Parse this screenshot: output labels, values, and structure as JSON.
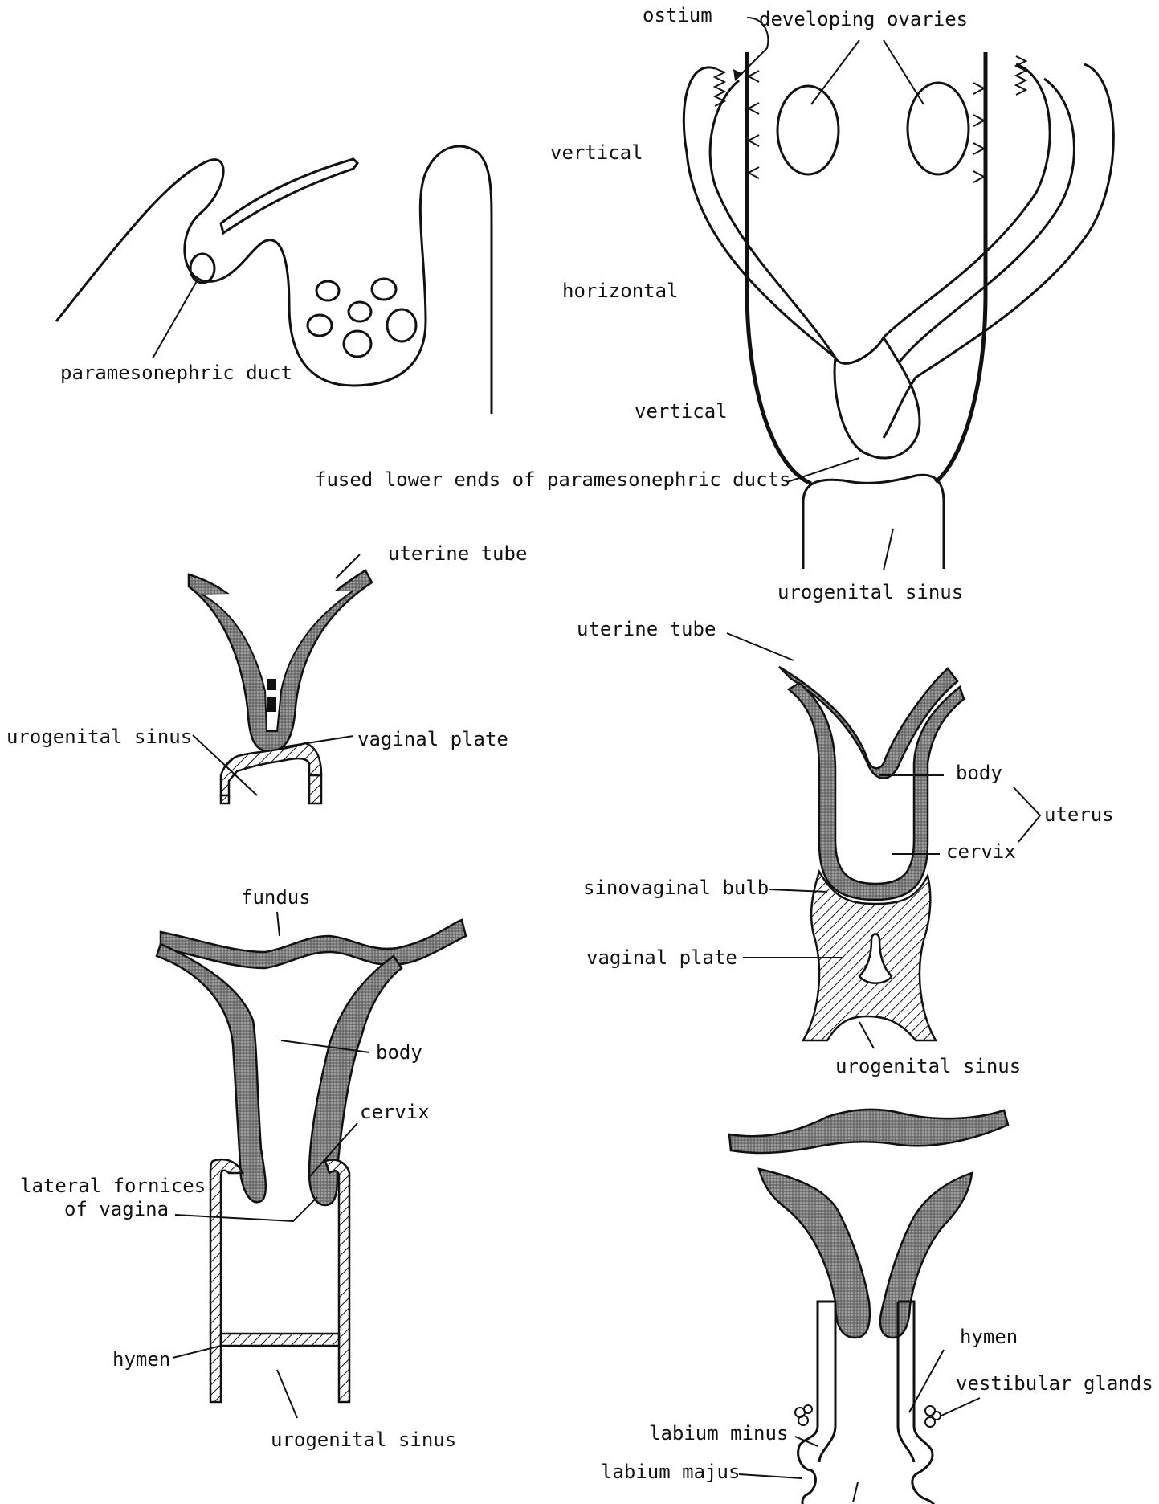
{
  "labels": {
    "ostium": "ostium",
    "developing_ovaries": "developing ovaries",
    "vertical_top": "vertical",
    "horizontal": "horizontal",
    "vertical_bottom": "vertical",
    "paramesonephric_duct": "paramesonephric duct",
    "fused_lower_ends": "fused lower ends of paramesonephric ducts",
    "urogenital_sinus_1": "urogenital sinus",
    "uterine_tube_1": "uterine tube",
    "urogenital_sinus_2": "urogenital sinus",
    "vaginal_plate_1": "vaginal plate",
    "uterine_tube_2": "uterine tube",
    "body_1": "body",
    "uterus": "uterus",
    "cervix_1": "cervix",
    "sinovaginal_bulb": "sinovaginal bulb",
    "vaginal_plate_2": "vaginal plate",
    "urogenital_sinus_3": "urogenital sinus",
    "fundus": "fundus",
    "body_2": "body",
    "cervix_2": "cervix",
    "lateral_fornices_1": "lateral fornices",
    "lateral_fornices_2": "of vagina",
    "hymen_1": "hymen",
    "urogenital_sinus_4": "urogenital sinus",
    "hymen_2": "hymen",
    "vestibular_glands": "vestibular glands",
    "labium_minus": "labium minus",
    "labium_majus": "labium majus"
  },
  "colors": {
    "ink": "#111111",
    "stipple": "#8a8a8a",
    "paper": "#ffffff"
  }
}
